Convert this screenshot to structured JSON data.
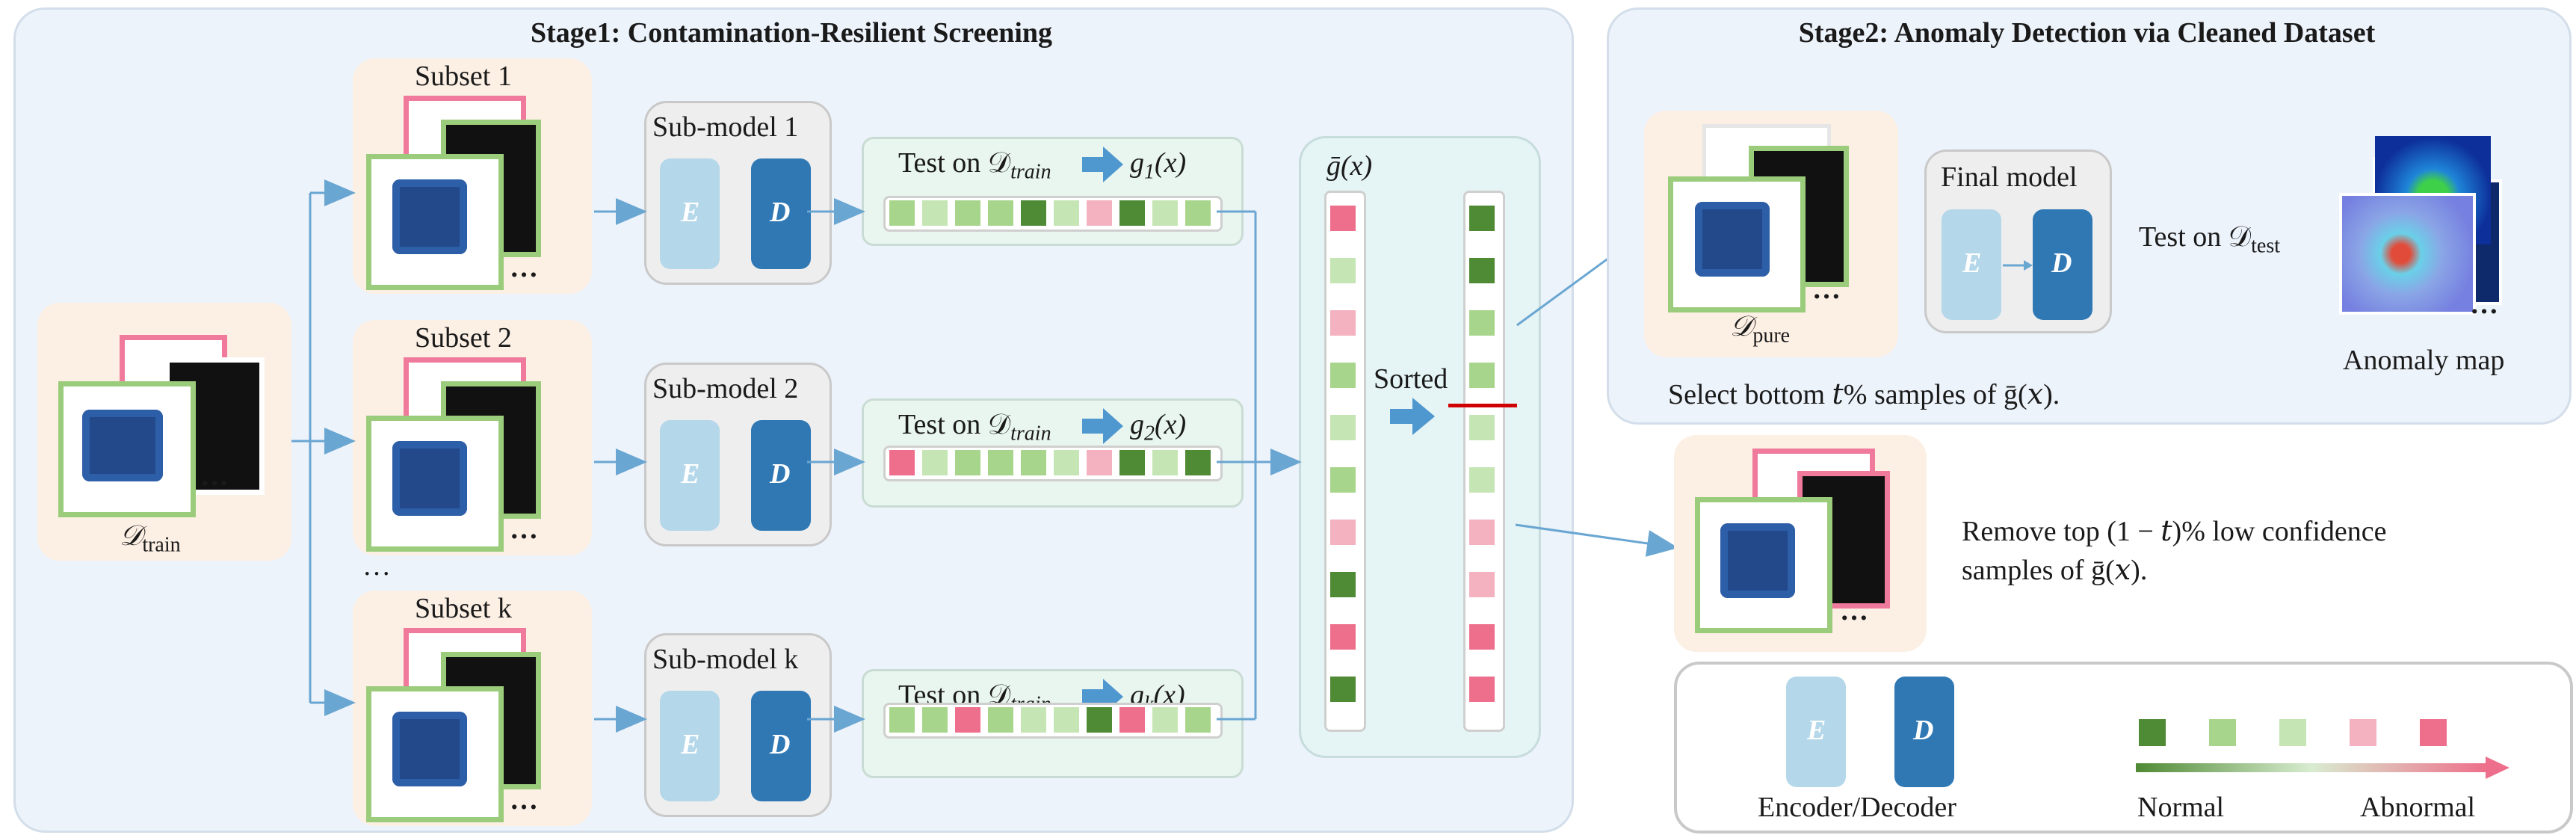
{
  "stage1": {
    "title": "Stage1: Contamination-Resilient Screening"
  },
  "stage2": {
    "title": "Stage2:  Anomaly Detection via Cleaned Dataset"
  },
  "train_label": "𝒟",
  "train_sub": "train",
  "subsets": [
    {
      "label": "Subset 1",
      "model": "Sub-model  1",
      "g_name": "g",
      "g_sub": "1",
      "g_arg": "(x)",
      "strip": [
        "#a8d58c",
        "#c5e5b4",
        "#a8d58c",
        "#a8d58c",
        "#4f8a34",
        "#c5e5b4",
        "#f4b2c0",
        "#4f8a34",
        "#c5e5b4",
        "#a8d58c"
      ]
    },
    {
      "label": "Subset 2",
      "model": "Sub-model  2",
      "g_name": "g",
      "g_sub": "2",
      "g_arg": "(x)",
      "strip": [
        "#ee6f8b",
        "#c5e5b4",
        "#a8d58c",
        "#a8d58c",
        "#a8d58c",
        "#c5e5b4",
        "#f4b2c0",
        "#4f8a34",
        "#c5e5b4",
        "#4f8a34"
      ]
    },
    {
      "label": "Subset k",
      "model": "Sub-model  k",
      "g_name": "g",
      "g_sub": "k",
      "g_arg": "(x)",
      "strip": [
        "#a8d58c",
        "#a8d58c",
        "#ee6f8b",
        "#a8d58c",
        "#c5e5b4",
        "#c5e5b4",
        "#4f8a34",
        "#ee6f8b",
        "#c5e5b4",
        "#a8d58c"
      ]
    }
  ],
  "test_on": "Test on 𝒟",
  "test_sub": "train",
  "ellipsis": "…",
  "more_dots": "…",
  "gbar_label": "ḡ(x)",
  "sorted_label": "Sorted",
  "gbar_column": [
    "#ee6f8b",
    "#c5e5b4",
    "#f4b2c0",
    "#a8d58c",
    "#c5e5b4",
    "#a8d58c",
    "#f4b2c0",
    "#4f8a34",
    "#ee6f8b",
    "#4f8a34"
  ],
  "sorted_column": [
    "#4f8a34",
    "#4f8a34",
    "#a8d58c",
    "#a8d58c",
    "#c5e5b4",
    "#c5e5b4",
    "#f4b2c0",
    "#f4b2c0",
    "#ee6f8b",
    "#ee6f8b"
  ],
  "final_model": "Final model",
  "pure_label": "𝒟",
  "pure_sub": "pure",
  "test_on_test": "Test on 𝒟",
  "test_sub2": "test",
  "anomaly_map": "Anomaly map",
  "select_text": "Select bottom 𝑡% samples of ḡ(𝑥).",
  "remove_line1": "Remove   top   (1 − 𝑡)%   low   confidence",
  "remove_line2": "samples of ḡ(𝑥).",
  "legend": {
    "encdec": "Encoder/Decoder",
    "normal": "Normal",
    "abnormal": "Abnormal",
    "colors": [
      "#4f8a34",
      "#a8d58c",
      "#c5e5b4",
      "#f4b2c0",
      "#ee6f8b"
    ]
  },
  "letters": {
    "encoder": "E",
    "decoder": "D"
  }
}
